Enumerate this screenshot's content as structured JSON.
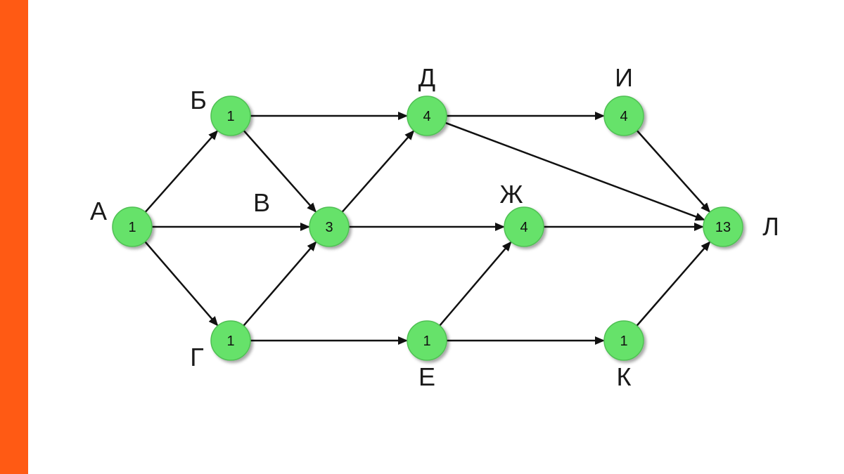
{
  "colors": {
    "accent_bar": "#ff5a14",
    "node_fill": "#66e26a",
    "node_stroke": "#4fc053",
    "edge": "#111111"
  },
  "graph": {
    "nodes": [
      {
        "id": "A",
        "label": "А",
        "value": "1"
      },
      {
        "id": "B",
        "label": "Б",
        "value": "1"
      },
      {
        "id": "V",
        "label": "В",
        "value": "3"
      },
      {
        "id": "G",
        "label": "Г",
        "value": "1"
      },
      {
        "id": "D",
        "label": "Д",
        "value": "4"
      },
      {
        "id": "E",
        "label": "Е",
        "value": "1"
      },
      {
        "id": "ZH",
        "label": "Ж",
        "value": "4"
      },
      {
        "id": "I",
        "label": "И",
        "value": "4"
      },
      {
        "id": "K",
        "label": "К",
        "value": "1"
      },
      {
        "id": "L",
        "label": "Л",
        "value": "13"
      }
    ],
    "edges": [
      {
        "from": "A",
        "to": "B"
      },
      {
        "from": "A",
        "to": "V"
      },
      {
        "from": "A",
        "to": "G"
      },
      {
        "from": "B",
        "to": "D"
      },
      {
        "from": "B",
        "to": "V"
      },
      {
        "from": "G",
        "to": "V"
      },
      {
        "from": "G",
        "to": "E"
      },
      {
        "from": "V",
        "to": "D"
      },
      {
        "from": "V",
        "to": "ZH"
      },
      {
        "from": "D",
        "to": "I"
      },
      {
        "from": "D",
        "to": "L"
      },
      {
        "from": "E",
        "to": "ZH"
      },
      {
        "from": "E",
        "to": "K"
      },
      {
        "from": "ZH",
        "to": "L"
      },
      {
        "from": "I",
        "to": "L"
      },
      {
        "from": "K",
        "to": "L"
      }
    ]
  }
}
